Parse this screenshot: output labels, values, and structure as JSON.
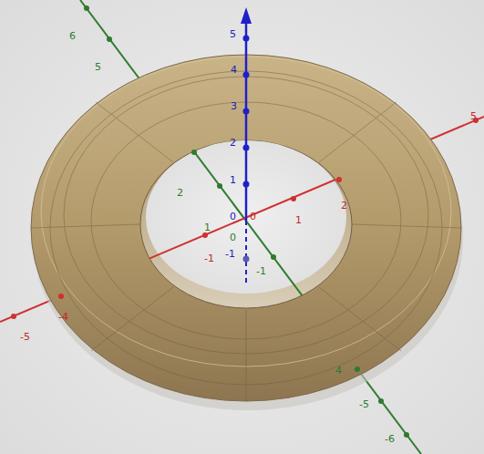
{
  "diagram": {
    "labels": [
      "6",
      "5",
      "2",
      "1",
      "0",
      "-1",
      "4",
      "-5",
      "-6",
      "-5",
      "-4",
      "-1",
      "0",
      "1",
      "2",
      "5",
      "5",
      "4",
      "3",
      "2",
      "1",
      "0",
      "-1"
    ]
  }
}
